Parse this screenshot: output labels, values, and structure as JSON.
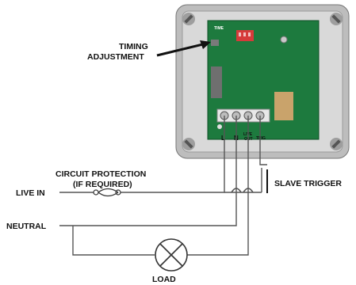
{
  "labels": {
    "timing_adjustment_line1": "TIMING",
    "timing_adjustment_line2": "ADJUSTMENT",
    "time": "TIME",
    "circuit_protection_line1": "CIRCUIT PROTECTION",
    "circuit_protection_line2": "(IF REQUIRED)",
    "live_in": "LIVE IN",
    "neutral": "NEUTRAL",
    "load": "LOAD",
    "slave_trigger": "SLAVE TRIGGER"
  },
  "terminals": {
    "l": "L",
    "n": "N",
    "live_out_line1": "LIVE",
    "live_out_line2": "OUT",
    "trig": "TRIG"
  },
  "colors": {
    "enclosure": "#cfcfcf",
    "pcb": "#1d7a3e",
    "dip_switch": "#d63a3a",
    "terminal_block": "#e8e8e8"
  }
}
